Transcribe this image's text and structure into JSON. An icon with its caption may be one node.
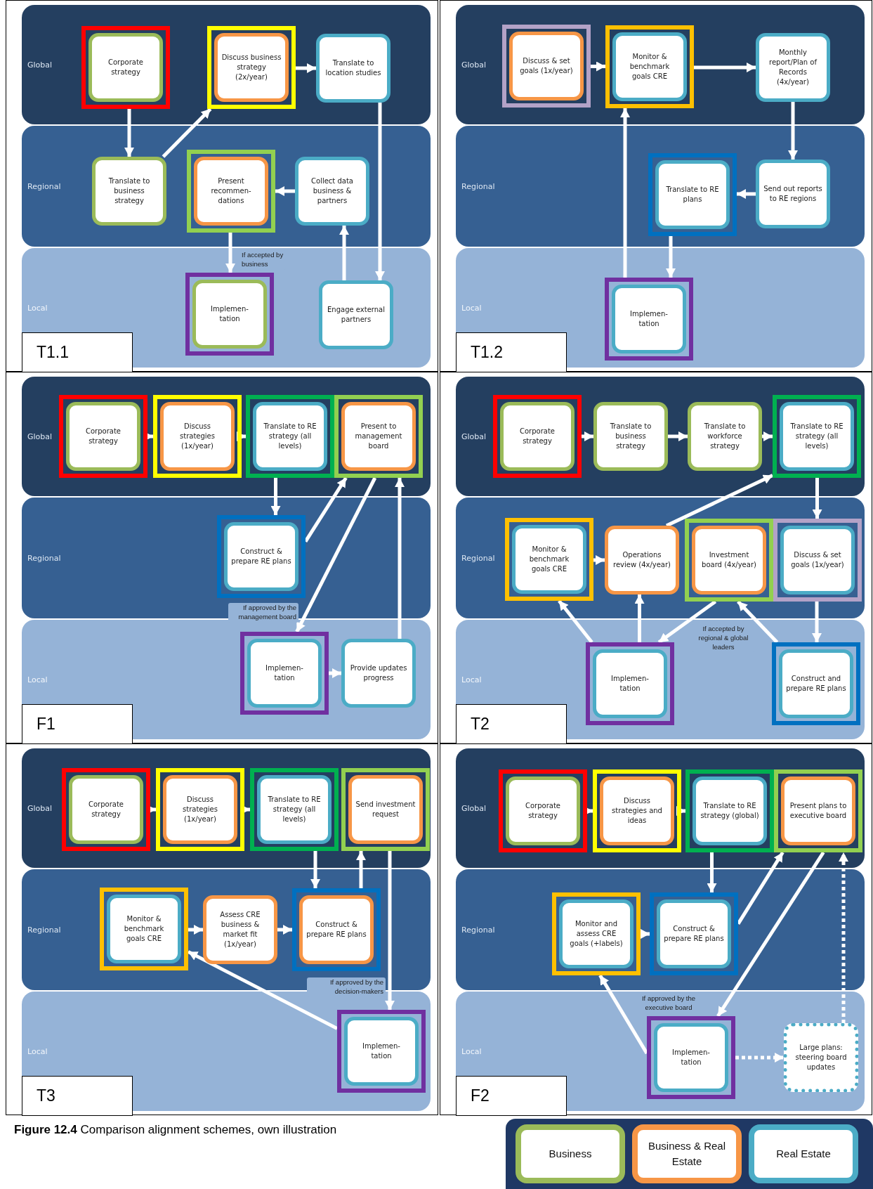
{
  "diagram": {
    "caption": "**Figure 12.4** Comparison alignment schemes, own illustration",
    "nodes": [
      {
        "text": [
          "Global"
        ]
      },
      {
        "text": [
          "Regional"
        ]
      },
      {
        "text": [
          "Local"
        ]
      },
      {
        "text": [
          "Corporate strategy"
        ],
        "in": 0
      },
      {
        "text": [
          "Discuss business strategy (2x/year)"
        ],
        "in": 0
      },
      {
        "text": [
          "Translate to location studies"
        ],
        "in": 0
      },
      {
        "text": [
          "Translate to business strategy"
        ],
        "in": 1
      },
      {
        "text": [
          "Present recommen- dations"
        ],
        "in": 1
      },
      {
        "text": [
          "Collect data business & partners"
        ],
        "in": 1
      },
      {
        "text": [
          "Implemen- tation"
        ],
        "in": 2
      },
      {
        "text": [
          "Engage external partners"
        ],
        "in": 2
      },
      {
        "text": [
          "T1.1"
        ]
      },
      {
        "text": [
          "Global"
        ]
      },
      {
        "text": [
          "Regional"
        ]
      },
      {
        "text": [
          "Local"
        ]
      },
      {
        "text": [
          "Discuss & set goals (1x/year)"
        ],
        "in": 12
      },
      {
        "text": [
          "Monitor & benchmark goals CRE"
        ],
        "in": 12
      },
      {
        "text": [
          "Monthly report/Plan of Records (4x/year)"
        ],
        "in": 12
      },
      {
        "text": [
          "Translate to RE plans"
        ],
        "in": 13
      },
      {
        "text": [
          "Send out reports to RE regions"
        ],
        "in": 13
      },
      {
        "text": [
          "Implemen- tation"
        ],
        "in": 14
      },
      {
        "text": [
          "T1.2"
        ]
      },
      {
        "text": [
          "Global"
        ]
      },
      {
        "text": [
          "Regional"
        ]
      },
      {
        "text": [
          "Local"
        ]
      },
      {
        "text": [
          "Corporate strategy"
        ],
        "in": 22
      },
      {
        "text": [
          "Discuss strategies (1x/year)"
        ],
        "in": 22
      },
      {
        "text": [
          "Translate to RE strategy (all levels)"
        ],
        "in": 22
      },
      {
        "text": [
          "Present to management board"
        ],
        "in": 22
      },
      {
        "text": [
          "Construct & prepare RE plans"
        ],
        "in": 23
      },
      {
        "text": [
          "Implemen- tation"
        ],
        "in": 24
      },
      {
        "text": [
          "Provide updates progress"
        ],
        "in": 24
      },
      {
        "text": [
          "F1"
        ]
      },
      {
        "text": [
          "Global"
        ]
      },
      {
        "text": [
          "Regional"
        ]
      },
      {
        "text": [
          "Local"
        ]
      },
      {
        "text": [
          "Corporate strategy"
        ],
        "in": 33
      },
      {
        "text": [
          "Translate to business strategy"
        ],
        "in": 33
      },
      {
        "text": [
          "Translate to workforce strategy"
        ],
        "in": 33
      },
      {
        "text": [
          "Translate to RE strategy (all levels)"
        ],
        "in": 33
      },
      {
        "text": [
          "Monitor & benchmark goals CRE"
        ],
        "in": 34
      },
      {
        "text": [
          "Operations review (4x/year)"
        ],
        "in": 34
      },
      {
        "text": [
          "Investment board (4x/year)"
        ],
        "in": 34
      },
      {
        "text": [
          "Discuss & set goals (1x/year)"
        ],
        "in": 34
      },
      {
        "text": [
          "Implemen- tation"
        ],
        "in": 35
      },
      {
        "text": [
          "Construct and prepare RE plans"
        ],
        "in": 35
      },
      {
        "text": [
          "T2"
        ]
      },
      {
        "text": [
          "Global"
        ]
      },
      {
        "text": [
          "Regional"
        ]
      },
      {
        "text": [
          "Local"
        ]
      },
      {
        "text": [
          "Corporate strategy"
        ],
        "in": 47
      },
      {
        "text": [
          "Discuss strategies (1x/year)"
        ],
        "in": 47
      },
      {
        "text": [
          "Translate to RE strategy (all levels)"
        ],
        "in": 47
      },
      {
        "text": [
          "Send investment request"
        ],
        "in": 47
      },
      {
        "text": [
          "Monitor & benchmark goals CRE"
        ],
        "in": 48
      },
      {
        "text": [
          "Assess CRE business & market fit (1x/year)"
        ],
        "in": 48
      },
      {
        "text": [
          "Construct & prepare RE plans"
        ],
        "in": 48
      },
      {
        "text": [
          "Implemen- tation"
        ],
        "in": 49
      },
      {
        "text": [
          "T3"
        ]
      },
      {
        "text": [
          "Global"
        ]
      },
      {
        "text": [
          "Regional"
        ]
      },
      {
        "text": [
          "Local"
        ]
      },
      {
        "text": [
          "Corporate strategy"
        ],
        "in": 59
      },
      {
        "text": [
          "Discuss strategies and ideas"
        ],
        "in": 59
      },
      {
        "text": [
          "Translate to RE strategy (global)"
        ],
        "in": 59
      },
      {
        "text": [
          "Present plans to executive board"
        ],
        "in": 59
      },
      {
        "text": [
          "Monitor and assess CRE goals (+labels)"
        ],
        "in": 60
      },
      {
        "text": [
          "Construct & prepare RE plans"
        ],
        "in": 60
      },
      {
        "text": [
          "Implemen- tation"
        ],
        "in": 61
      },
      {
        "text": [
          "Large plans: steering board updates"
        ],
        "in": 61
      },
      {
        "text": [
          "F2"
        ]
      }
    ],
    "edges": [
      {
        "from": 3,
        "to": 6,
        "arrow": "to"
      },
      {
        "from": 6,
        "to": 4,
        "arrow": "to"
      },
      {
        "from": 4,
        "to": 5,
        "arrow": "to"
      },
      {
        "from": 5,
        "to": 10,
        "arrow": "to"
      },
      {
        "from": 10,
        "to": 8,
        "arrow": "to"
      },
      {
        "from": 8,
        "to": 7,
        "arrow": "to"
      },
      {
        "from": 7,
        "to": 9,
        "arrow": "to",
        "label": "If accepted by business"
      },
      {
        "from": 15,
        "to": 16,
        "arrow": "to"
      },
      {
        "from": 16,
        "to": 17,
        "arrow": "to"
      },
      {
        "from": 17,
        "to": 19,
        "arrow": "to"
      },
      {
        "from": 19,
        "to": 18,
        "arrow": "to"
      },
      {
        "from": 18,
        "to": 20,
        "arrow": "to"
      },
      {
        "from": 20,
        "to": 16,
        "arrow": "to"
      },
      {
        "from": 25,
        "to": 26,
        "arrow": "to"
      },
      {
        "from": 26,
        "to": 27,
        "arrow": "to"
      },
      {
        "from": 27,
        "to": 29,
        "arrow": "to"
      },
      {
        "from": 29,
        "to": 28,
        "arrow": "to"
      },
      {
        "from": 28,
        "to": 30,
        "arrow": "to",
        "label": "If approved by the management board"
      },
      {
        "from": 30,
        "to": 31,
        "arrow": "to"
      },
      {
        "from": 31,
        "to": 28,
        "arrow": "to"
      },
      {
        "from": 36,
        "to": 37,
        "arrow": "to"
      },
      {
        "from": 37,
        "to": 38,
        "arrow": "to"
      },
      {
        "from": 38,
        "to": 39,
        "arrow": "to"
      },
      {
        "from": 39,
        "to": 43,
        "arrow": "to"
      },
      {
        "from": 43,
        "to": 45,
        "arrow": "to"
      },
      {
        "from": 45,
        "to": 42,
        "arrow": "to"
      },
      {
        "from": 42,
        "to": 44,
        "arrow": "to",
        "label": "If accepted by regional & global leaders"
      },
      {
        "from": 44,
        "to": 41,
        "arrow": "to"
      },
      {
        "from": 44,
        "to": 40,
        "arrow": "to"
      },
      {
        "from": 41,
        "to": 39,
        "arrow": "to"
      },
      {
        "from": 40,
        "to": 41,
        "arrow": "to"
      },
      {
        "from": 50,
        "to": 51,
        "arrow": "to"
      },
      {
        "from": 51,
        "to": 52,
        "arrow": "to"
      },
      {
        "from": 52,
        "to": 56,
        "arrow": "to"
      },
      {
        "from": 56,
        "to": 53,
        "arrow": "to"
      },
      {
        "from": 53,
        "to": 57,
        "arrow": "to",
        "label": "If approved by the decision-makers"
      },
      {
        "from": 57,
        "to": 54,
        "arrow": "to"
      },
      {
        "from": 54,
        "to": 55,
        "arrow": "to"
      },
      {
        "from": 55,
        "to": 56,
        "arrow": "to"
      },
      {
        "from": 62,
        "to": 63,
        "arrow": "to"
      },
      {
        "from": 63,
        "to": 64,
        "arrow": "to"
      },
      {
        "from": 64,
        "to": 67,
        "arrow": "to"
      },
      {
        "from": 67,
        "to": 65,
        "arrow": "to"
      },
      {
        "from": 65,
        "to": 68,
        "arrow": "to",
        "label": "If approved by the executive board"
      },
      {
        "from": 68,
        "to": 66,
        "arrow": "to"
      },
      {
        "from": 66,
        "to": 67,
        "arrow": "to"
      },
      {
        "from": 68,
        "to": 69,
        "arrow": "to",
        "style": "dashed"
      },
      {
        "from": 69,
        "to": 65,
        "arrow": "to",
        "style": "dashed"
      }
    ],
    "legend": [
      {
        "text": "Business",
        "color": "#9bbb59"
      },
      {
        "text": "Business & Real Estate",
        "color": "#f79646"
      },
      {
        "text": "Real Estate",
        "color": "#4bacc6"
      }
    ]
  }
}
